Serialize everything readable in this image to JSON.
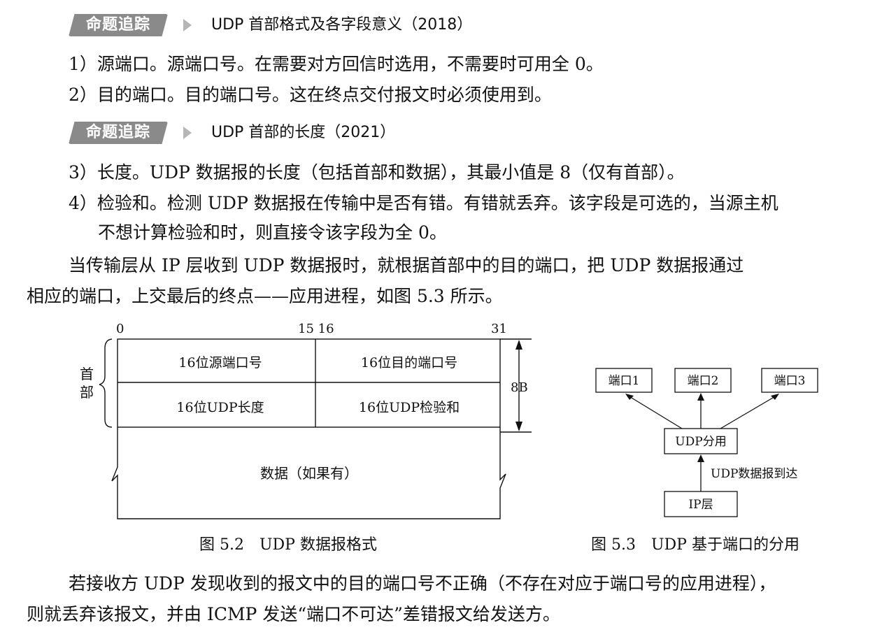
{
  "sections": [
    {
      "tag": "命题追踪",
      "heading": "UDP 首部格式及各字段意义（2018）"
    },
    {
      "tag": "命题追踪",
      "heading": "UDP 首部的长度（2021）"
    }
  ],
  "items": [
    "1）源端口。源端口号。在需要对方回信时选用，不需要时可用全 0。",
    "2）目的端口。目的端口号。这在终点交付报文时必须使用到。",
    "3）长度。UDP 数据报的长度（包括首部和数据），其最小值是 8（仅有首部）。",
    "4）检验和。检测 UDP 数据报在传输中是否有错。有错就丢弃。该字段是可选的，当源主机",
    "不想计算检验和时，则直接令该字段为全 0。"
  ],
  "paragraphs": {
    "p1_line1": "当传输层从 IP 层收到 UDP 数据报时，就根据首部中的目的端口，把 UDP 数据报通过",
    "p1_line2": "相应的端口，上交最后的终点——应用进程，如图 5.3 所示。",
    "p2_line1": "若接收方 UDP 发现收到的报文中的目的端口号不正确（不存在对应于端口号的应用进程），",
    "p2_line2": "则就丢弃该报文，并由 ICMP 发送“端口不可达”差错报文给发送方。"
  },
  "figure52": {
    "bit_labels": [
      "0",
      "15 16",
      "31"
    ],
    "header_label": "首\n部",
    "header_label_top": "首",
    "header_label_bottom": "部",
    "fields": [
      "16位源端口号",
      "16位目的端口号",
      "16位UDP长度",
      "16位UDP检验和"
    ],
    "data_label": "数据（如果有）",
    "size_label": "8B",
    "caption": "图 5.2　UDP 数据报格式"
  },
  "figure53": {
    "ports": [
      "端口1",
      "端口2",
      "端口3"
    ],
    "demux": "UDP分用",
    "arrive": "UDP数据报到达",
    "ip_layer": "IP层",
    "caption": "图 5.3　UDP 基于端口的分用"
  }
}
